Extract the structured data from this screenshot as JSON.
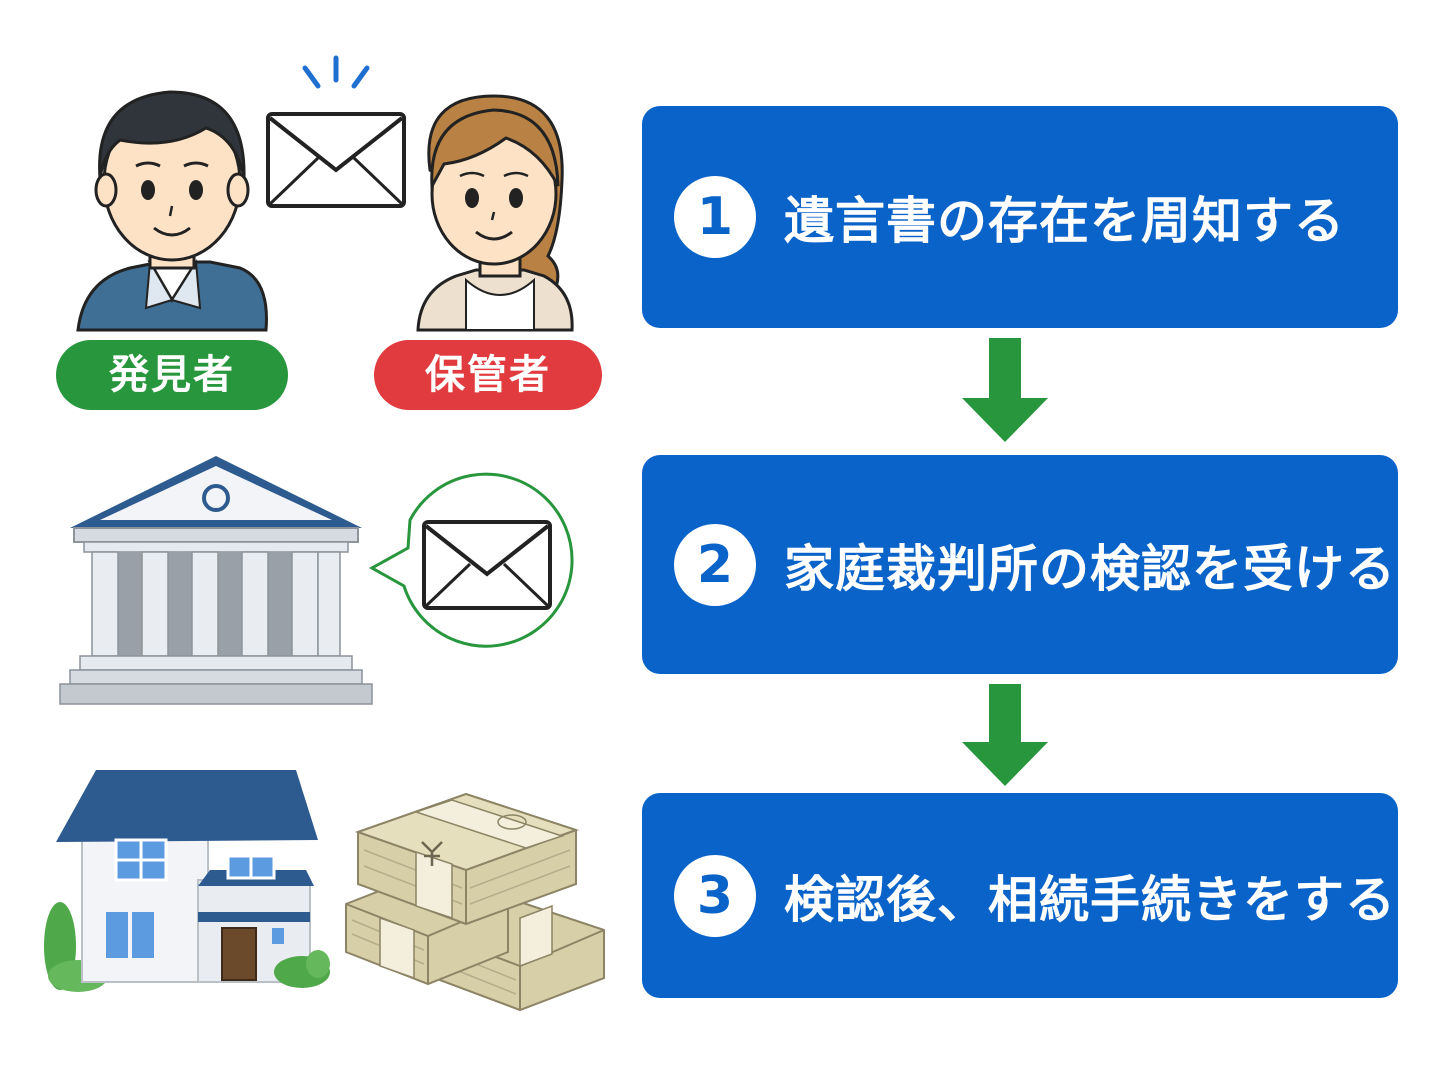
{
  "roles": {
    "finder": "発見者",
    "keeper": "保管者"
  },
  "steps": [
    {
      "number": "1",
      "label": "遺言書の存在を周知する"
    },
    {
      "number": "2",
      "label": "家庭裁判所の検認を受ける"
    },
    {
      "number": "3",
      "label": "検認後、相続手続きをする"
    }
  ],
  "icons": {
    "male_person": "man-icon",
    "female_person": "woman-icon",
    "envelope": "envelope-icon",
    "courthouse": "courthouse-icon",
    "speech_bubble": "speech-bubble-icon",
    "house": "house-icon",
    "money": "money-stack-icon",
    "arrow": "arrow-down-icon"
  },
  "colors": {
    "step_box": "#0a63c8",
    "arrow": "#27963c",
    "finder_badge": "#27963c",
    "keeper_badge": "#e23b3f",
    "roof": "#2e5b8f"
  }
}
